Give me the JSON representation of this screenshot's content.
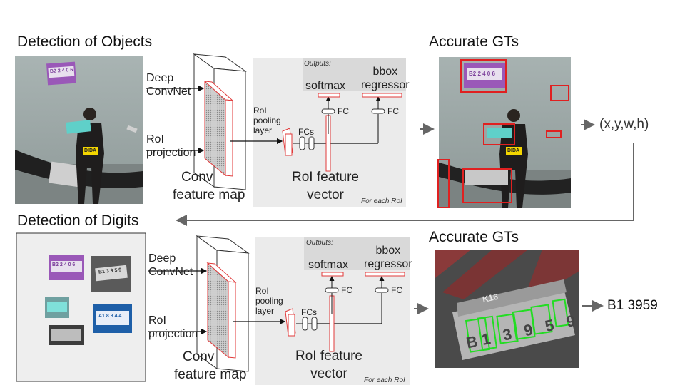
{
  "top": {
    "title": "Detection of Objects",
    "result_title": "Accurate GTs",
    "output_label": "(x,y,w,h)"
  },
  "bottom": {
    "title": "Detection of Digits",
    "result_title": "Accurate GTs",
    "output_label": "B1 3959"
  },
  "network": {
    "deep_convnet": [
      "Deep",
      "ConvNet"
    ],
    "roi_projection": [
      "RoI",
      "projection"
    ],
    "conv_feature_map": [
      "Conv",
      "feature map"
    ],
    "roi_pooling_layer": [
      "RoI",
      "pooling",
      "layer"
    ],
    "fcs": "FCs",
    "fc": "FC",
    "outputs": "Outputs:",
    "softmax": "softmax",
    "bbox_regressor": [
      "bbox",
      "regressor"
    ],
    "roi_feature_vector": [
      "RoI feature",
      "vector"
    ],
    "for_each_roi": "For each RoI"
  },
  "photo_text": {
    "bib_top": "B2 2 4 0 6",
    "bib_name": "DIDA",
    "bib_digits": "B1 3 9 5 9",
    "bib_blue": "A1 8 3 4 4",
    "crop_number": "K16"
  },
  "colors": {
    "red_box": "#e02020",
    "green_box": "#22dd22",
    "arrow": "#666666",
    "panel": "#ebebeb"
  }
}
